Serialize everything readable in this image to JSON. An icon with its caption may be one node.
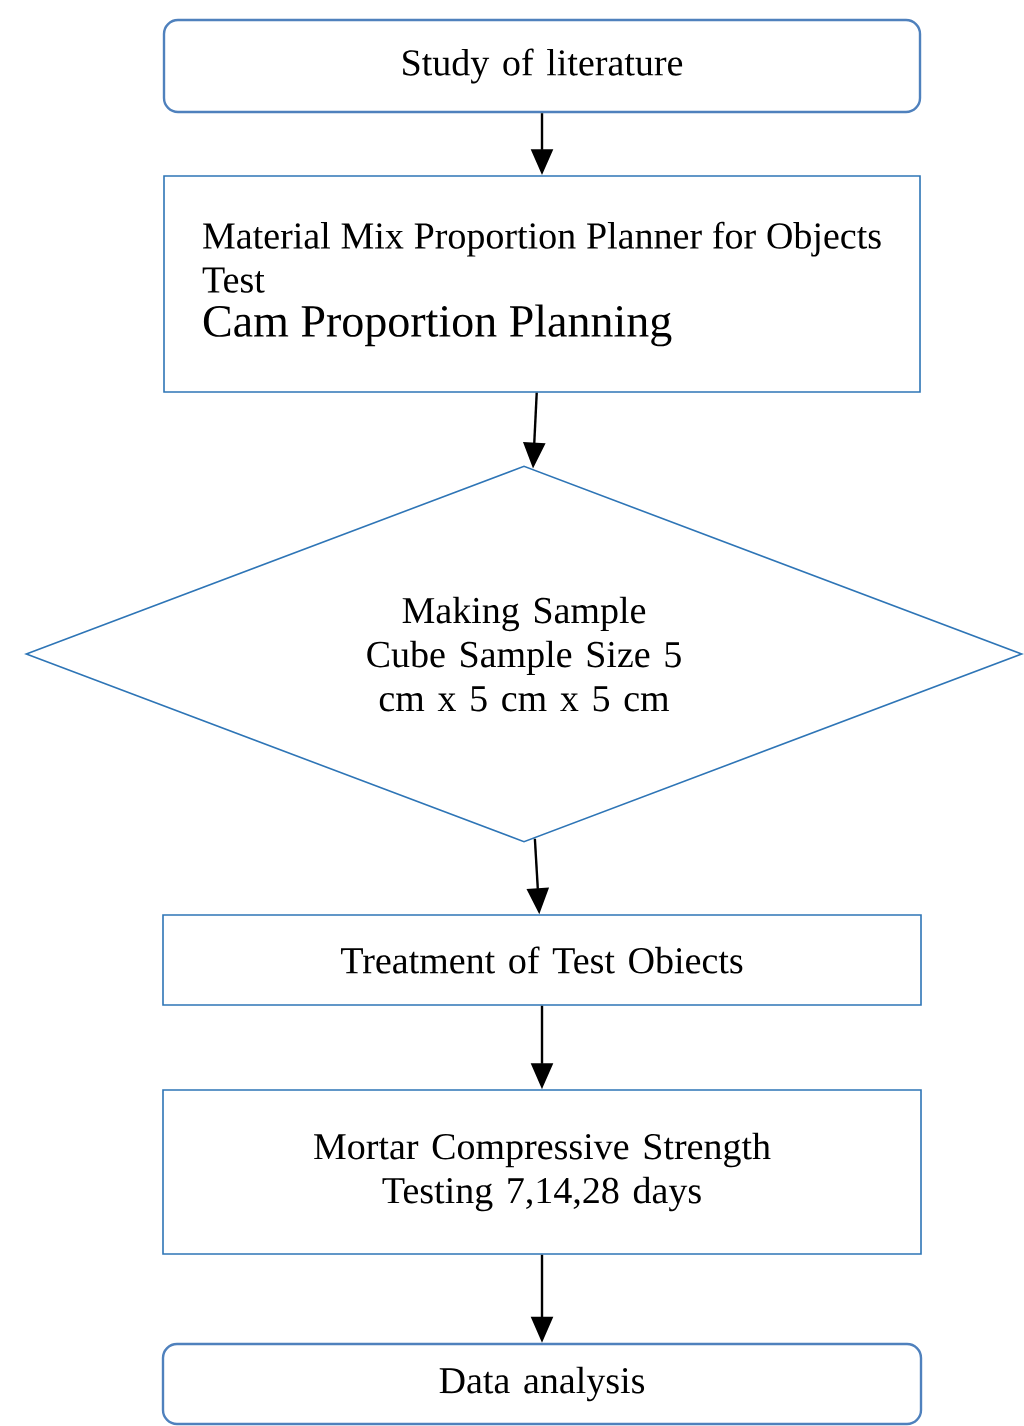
{
  "diagram": {
    "nodes": [
      {
        "text": [
          "Study of literature"
        ]
      },
      {
        "text": [
          "Material Mix Proportion Planner for Objects Test",
          "Cam Proportion Planning"
        ]
      },
      {
        "text": [
          "Making Sample Cube Sample Size 5 cm x 5 cm x 5 cm"
        ]
      },
      {
        "text": [
          "Treatment of Test Obiects"
        ]
      },
      {
        "text": [
          "Mortar Compressive Strength Testing 7,14,28 days"
        ]
      },
      {
        "text": [
          "Data analysis"
        ]
      }
    ],
    "edges": [
      {
        "from": 0,
        "to": 1,
        "arrow": "to"
      },
      {
        "from": 1,
        "to": 2,
        "arrow": "to"
      },
      {
        "from": 2,
        "to": 3,
        "arrow": "to"
      },
      {
        "from": 3,
        "to": 4,
        "arrow": "to"
      },
      {
        "from": 4,
        "to": 5,
        "arrow": "to"
      }
    ]
  }
}
